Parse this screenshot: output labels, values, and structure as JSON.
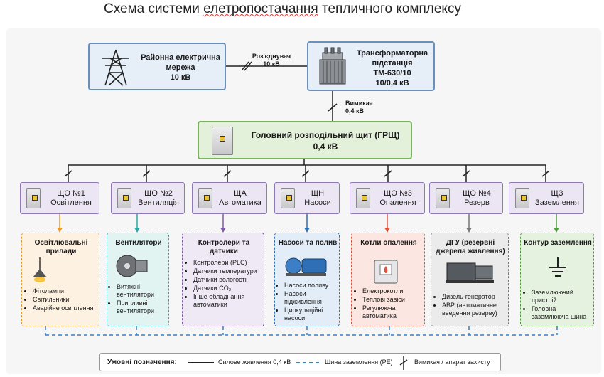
{
  "title": "Схема системи елетропостачання тепличного комплексу",
  "grid": {
    "name": "Районна електрична мережа",
    "voltage": "10 кВ"
  },
  "disconnector": {
    "name": "Роз'єднувач",
    "voltage": "10 кВ"
  },
  "transformer": {
    "name": "Трансформаторна підстанція",
    "model": "ТМ-630/10",
    "ratio": "10/0,4 кВ"
  },
  "breaker": {
    "name": "Вимикач",
    "voltage": "0,4 кВ"
  },
  "main_board": {
    "name": "Головний розподільний щит (ГРЩ)",
    "voltage": "0,4 кВ"
  },
  "switchboards": [
    {
      "id": "ЩО №1",
      "name": "Освітлення"
    },
    {
      "id": "ЩО №2",
      "name": "Вентиляція"
    },
    {
      "id": "ЩА",
      "name": "Автоматика"
    },
    {
      "id": "ЩН",
      "name": "Насоси"
    },
    {
      "id": "ЩО №3",
      "name": "Опалення"
    },
    {
      "id": "ЩО №4",
      "name": "Резерв"
    },
    {
      "id": "ЩЗ",
      "name": "Заземлення"
    }
  ],
  "loads": [
    {
      "title": "Освітлювальні прилади",
      "items": [
        "Фітолампи",
        "Світильники",
        "Аварійне освітлення"
      ],
      "color": "#e69a2e",
      "icon": "lamp-icon"
    },
    {
      "title": "Вентилятори",
      "items": [
        "Витяжні вентилятори",
        "Припливні вентилятори"
      ],
      "color": "#2aa6a0",
      "icon": "fan-icon"
    },
    {
      "title": "Контролери та датчики",
      "items": [
        "Контролери (PLC)",
        "Датчики температури",
        "Датчики вологості",
        "Датчики CO₂",
        "Інше обладнання автоматики"
      ],
      "color": "#7e5aa6",
      "icon": "sensor-icon"
    },
    {
      "title": "Насоси та полив",
      "items": [
        "Насоси поливу",
        "Насоси підживлення",
        "Циркуляційні насоси"
      ],
      "color": "#2f6fb5",
      "icon": "pump-icon"
    },
    {
      "title": "Котли опалення",
      "items": [
        "Електрокотли",
        "Теплові завіси",
        "Регулююча автоматика"
      ],
      "color": "#e0533a",
      "icon": "boiler-icon"
    },
    {
      "title": "ДГУ (резервні джерела живлення)",
      "items": [
        "Дизель-генератор",
        "АВР (автоматичне введення резерву)"
      ],
      "color": "#777777",
      "icon": "generator-icon"
    },
    {
      "title": "Контур заземлення",
      "items": [
        "Заземлюючий пристрій",
        "Головна заземлююча шина"
      ],
      "color": "#4f9a3a",
      "icon": "ground-icon"
    }
  ],
  "legend": {
    "title": "Умовні позначення:",
    "power": "Силове живлення 0,4 кВ",
    "ground": "Шина заземлення (PE)",
    "breaker": "Вимикач / апарат захисту"
  }
}
